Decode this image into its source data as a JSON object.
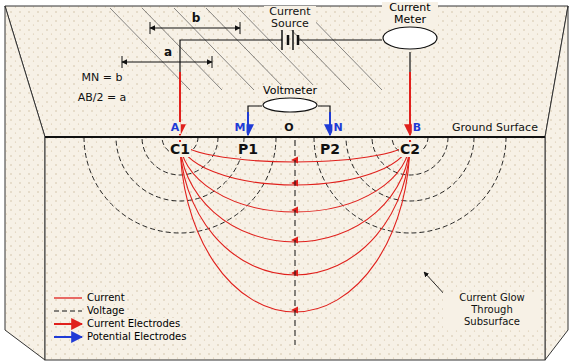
{
  "diagram": {
    "nodes": [
      {
        "text": [
          "Current Meter"
        ]
      },
      {
        "text": [
          "Voltmeter"
        ]
      }
    ],
    "labels": [
      "b",
      "a",
      "Current Source",
      "MN = b",
      "AB/2 = a",
      "A",
      "M",
      "O",
      "N",
      "B",
      "Ground Surface",
      "C1",
      "P1",
      "P2",
      "C2",
      "Current Glow Through Subsurface"
    ],
    "legend": [
      {
        "text": "Current"
      },
      {
        "text": "Voltage"
      },
      {
        "text": "Current Electrodes"
      },
      {
        "text": "Potential Electrodes"
      }
    ]
  }
}
